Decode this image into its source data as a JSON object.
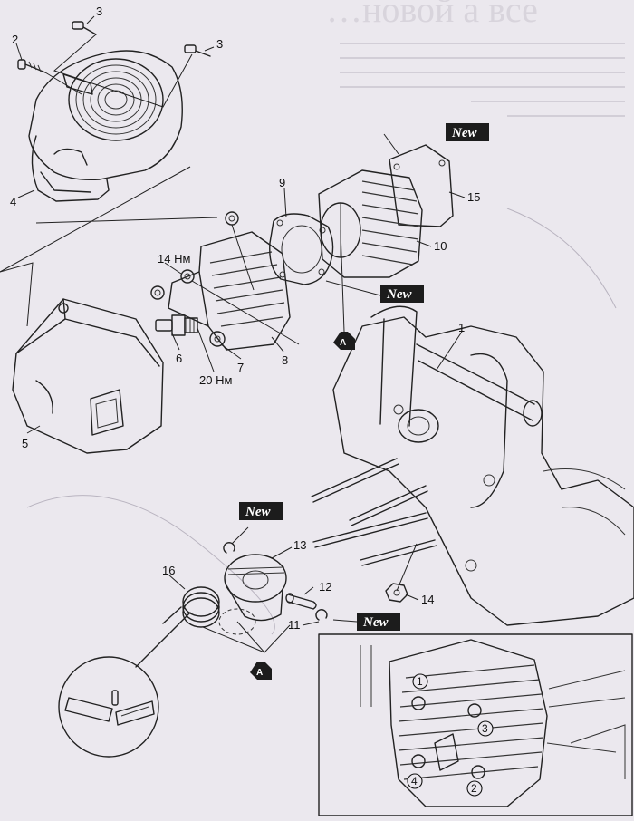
{
  "page_header_fragment": "…новой а все",
  "callouts": {
    "c1": "1",
    "c2": "2",
    "c3a": "3",
    "c3b": "3",
    "c4": "4",
    "c5": "5",
    "c6": "6",
    "c7": "7",
    "c8": "8",
    "c9": "9",
    "c10": "10",
    "c11": "11",
    "c12": "12",
    "c13": "13",
    "c14": "14",
    "c15": "15",
    "c16": "16"
  },
  "torques": {
    "cap_nut": "14 Нм",
    "spark_plug": "20 Нм"
  },
  "new_badges": {
    "gasket_top": "New",
    "gasket_base": "New",
    "clip_upper": "New",
    "clip_lower": "New"
  },
  "alignment_marks": {
    "cylinder": "A",
    "piston": "A"
  },
  "tightening_order": [
    "1",
    "2",
    "3",
    "4"
  ]
}
